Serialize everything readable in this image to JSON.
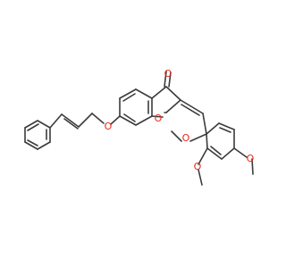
{
  "molecule": {
    "atoms": {
      "ketone_o": "O",
      "ring_o": "O",
      "ether_o": "O",
      "ome1_o": "O",
      "ome2_o": "O",
      "ome3_o": "O"
    },
    "colors": {
      "bond": "#3b3b3b",
      "heteroatom": "#e8281a",
      "background": "#ffffff"
    }
  }
}
